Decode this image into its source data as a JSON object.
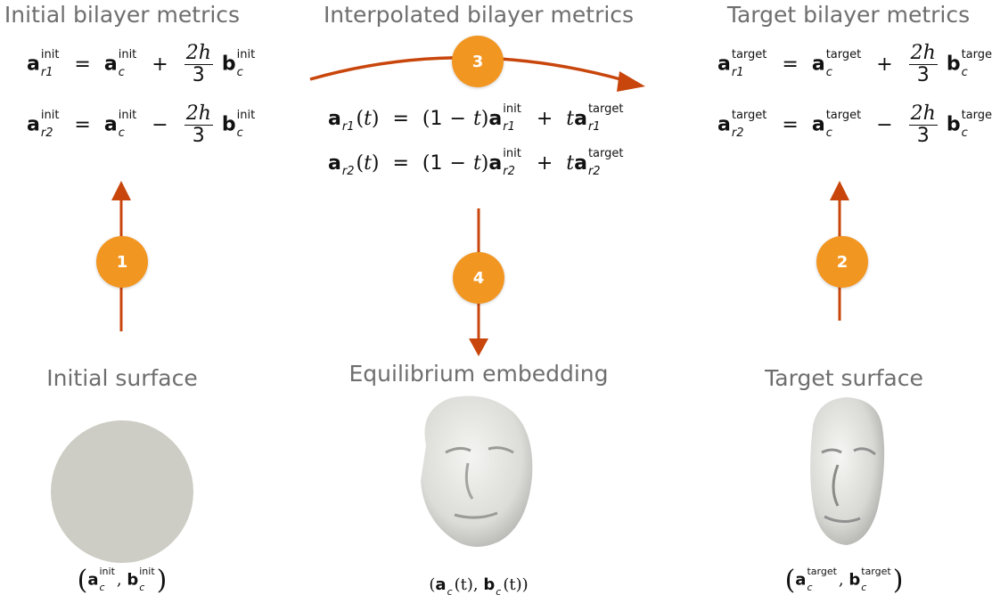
{
  "titles": {
    "initial_metrics": "Initial bilayer metrics",
    "interpolated_metrics": "Interpolated bilayer metrics",
    "target_metrics": "Target bilayer metrics",
    "initial_surface": "Initial surface",
    "equilibrium_embedding": "Equilibrium embedding",
    "target_surface": "Target surface"
  },
  "steps": [
    "1",
    "2",
    "3",
    "4"
  ],
  "symbols": {
    "a": "a",
    "b": "b",
    "c": "c",
    "r1": "r1",
    "r2": "r2",
    "init": "init",
    "target": "target",
    "t": "t",
    "two_h": "2h",
    "three": "3",
    "one": "1",
    "eq": "=",
    "plus": "+",
    "minus": "−"
  },
  "colors": {
    "arrow": "#c8460c",
    "badge": "#f29622",
    "title_text": "#6e6e6e",
    "disk": "#cdcdc5",
    "face": "#e6e6e3"
  },
  "icons": {
    "initial_surface": "flat-disk",
    "equilibrium_surface": "face-mesh",
    "target_surface": "face-mesh-deep"
  }
}
